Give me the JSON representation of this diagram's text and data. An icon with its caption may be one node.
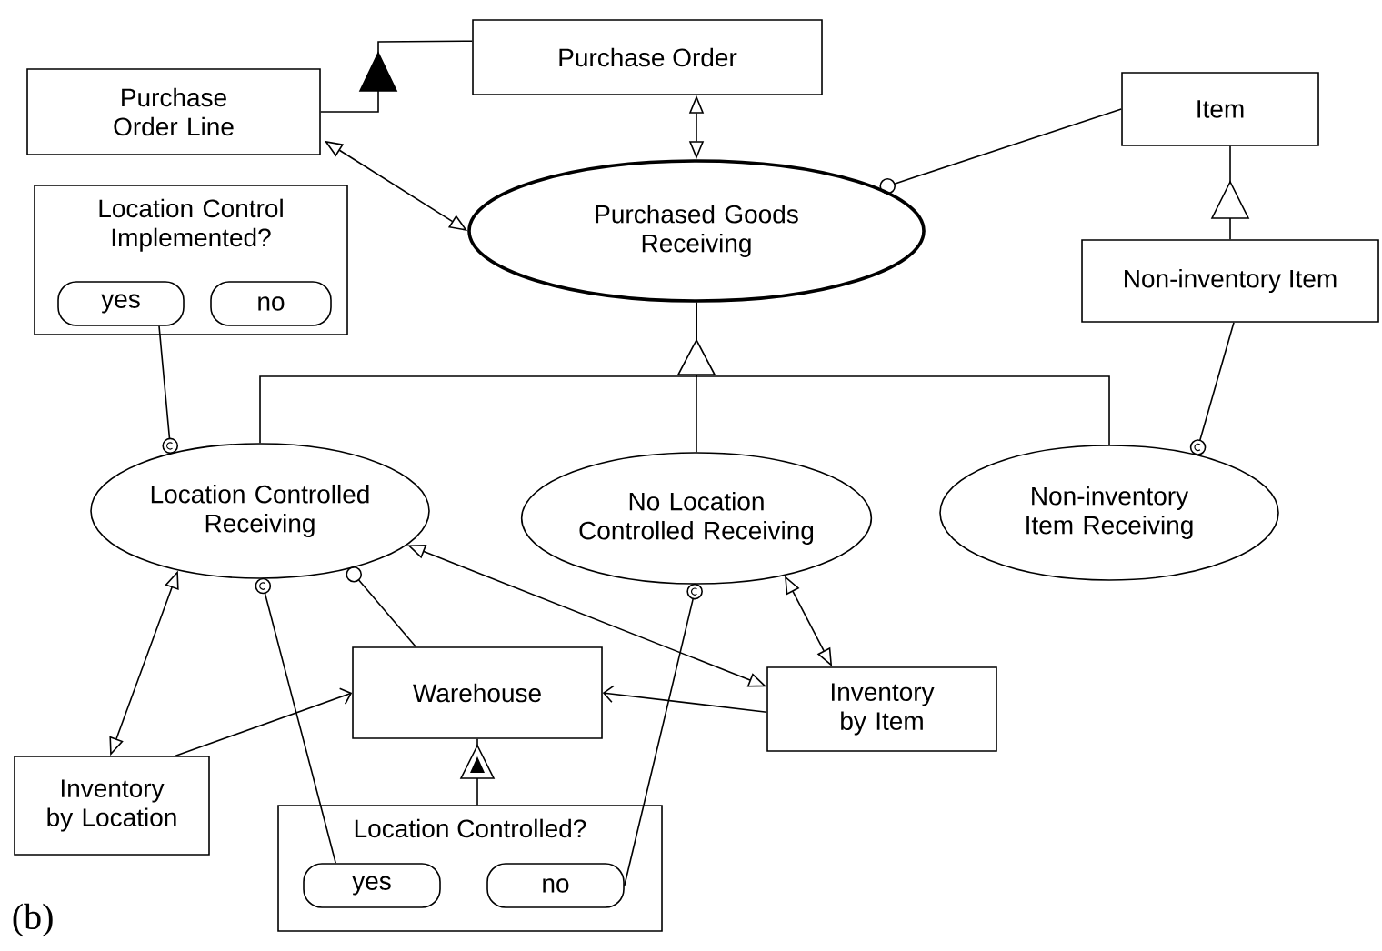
{
  "diagram": {
    "caption": "(b)",
    "nodes": [
      {
        "text": [
          "Purchase Order"
        ]
      },
      {
        "text": [
          "Purchase Order Line"
        ]
      },
      {
        "text": [
          "Purchased Goods Receiving"
        ]
      },
      {
        "text": [
          "Item"
        ]
      },
      {
        "text": [
          "Non-inventory Item"
        ]
      },
      {
        "text": [
          "Location Control Implemented?"
        ]
      },
      {
        "text": [
          "yes"
        ],
        "in": 5
      },
      {
        "text": [
          "no"
        ],
        "in": 5
      },
      {
        "text": [
          "Location Controlled Receiving"
        ]
      },
      {
        "text": [
          "No Location Controlled Receiving"
        ]
      },
      {
        "text": [
          "Non-inventory Item Receiving"
        ]
      },
      {
        "text": [
          "Warehouse"
        ]
      },
      {
        "text": [
          "Inventory by Item"
        ]
      },
      {
        "text": [
          "Inventory by Location"
        ]
      },
      {
        "text": [
          "Location Controlled?"
        ]
      },
      {
        "text": [
          "yes"
        ],
        "in": 14
      },
      {
        "text": [
          "no"
        ],
        "in": 14
      }
    ],
    "edges": [
      {
        "from": 1,
        "to": 0,
        "arrow": "to"
      },
      {
        "from": 0,
        "to": 2,
        "arrow": "both"
      },
      {
        "from": 1,
        "to": 2,
        "arrow": "both"
      },
      {
        "from": 3,
        "to": 2,
        "arrow": "other"
      },
      {
        "from": 4,
        "to": 3,
        "arrow": "to"
      },
      {
        "from": 8,
        "to": 2,
        "arrow": "to"
      },
      {
        "from": 9,
        "to": 2,
        "arrow": "to"
      },
      {
        "from": 10,
        "to": 2,
        "arrow": "to"
      },
      {
        "from": 6,
        "to": 8,
        "arrow": "other"
      },
      {
        "from": 4,
        "to": 10,
        "arrow": "other"
      },
      {
        "from": 11,
        "to": 8,
        "arrow": "other"
      },
      {
        "from": 15,
        "to": 8,
        "arrow": "other"
      },
      {
        "from": 16,
        "to": 9,
        "arrow": "other"
      },
      {
        "from": 13,
        "to": 8,
        "arrow": "both"
      },
      {
        "from": 13,
        "to": 11,
        "arrow": "to"
      },
      {
        "from": 12,
        "to": 8,
        "arrow": "both"
      },
      {
        "from": 9,
        "to": 12,
        "arrow": "both"
      },
      {
        "from": 12,
        "to": 11,
        "arrow": "to"
      },
      {
        "from": 14,
        "to": 11,
        "arrow": "to"
      }
    ]
  }
}
